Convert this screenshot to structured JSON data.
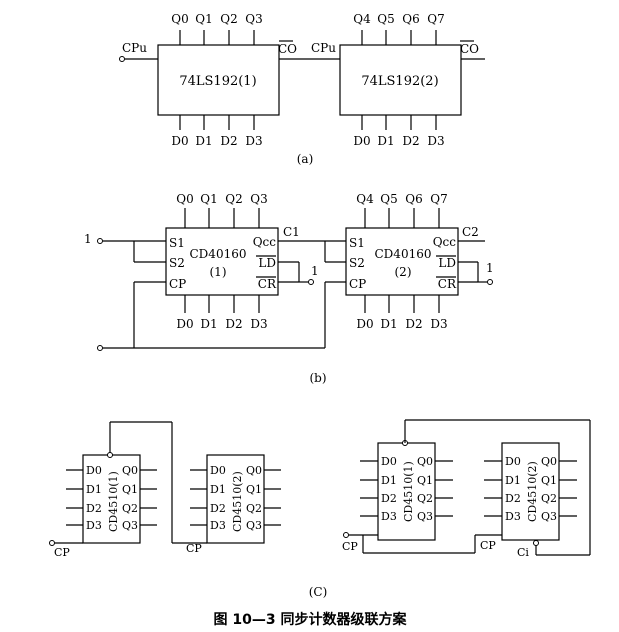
{
  "part_a": {
    "chip1": {
      "name": "74LS192(1)",
      "outputs": [
        "Q0",
        "Q1",
        "Q2",
        "Q3"
      ],
      "inputs": [
        "D0",
        "D1",
        "D2",
        "D3"
      ],
      "clock": "CPu",
      "carry": "CO"
    },
    "chip2": {
      "name": "74LS192(2)",
      "outputs": [
        "Q4",
        "Q5",
        "Q6",
        "Q7"
      ],
      "inputs": [
        "D0",
        "D1",
        "D2",
        "D3"
      ],
      "clock": "CPu",
      "carry": "CO"
    },
    "label": "(a)"
  },
  "part_b": {
    "chip1": {
      "name": "CD40160",
      "index": "(1)",
      "outputs": [
        "Q0",
        "Q1",
        "Q2",
        "Q3"
      ],
      "inputs": [
        "D0",
        "D1",
        "D2",
        "D3"
      ],
      "s1": "S1",
      "s2": "S2",
      "cp": "CP",
      "qcc": "Qcc",
      "ld": "LD",
      "cr": "CR",
      "carry": "C1",
      "tie": "1"
    },
    "chip2": {
      "name": "CD40160",
      "index": "(2)",
      "outputs": [
        "Q4",
        "Q5",
        "Q6",
        "Q7"
      ],
      "inputs": [
        "D0",
        "D1",
        "D2",
        "D3"
      ],
      "s1": "S1",
      "s2": "S2",
      "cp": "CP",
      "qcc": "Qcc",
      "ld": "LD",
      "cr": "CR",
      "carry": "C2",
      "tie": "1"
    },
    "input_one": "1",
    "label": "(b)"
  },
  "part_c": {
    "chip_name_1": "CD4510(1)",
    "chip_name_2": "CD4510(2)",
    "d_pins": [
      "D0",
      "D1",
      "D2",
      "D3"
    ],
    "q_pins": [
      "Q0",
      "Q1",
      "Q2",
      "Q3"
    ],
    "cp": "CP",
    "ci": "Ci",
    "label": "(C)"
  },
  "caption": "图 10—3    同步计数器级联方案"
}
